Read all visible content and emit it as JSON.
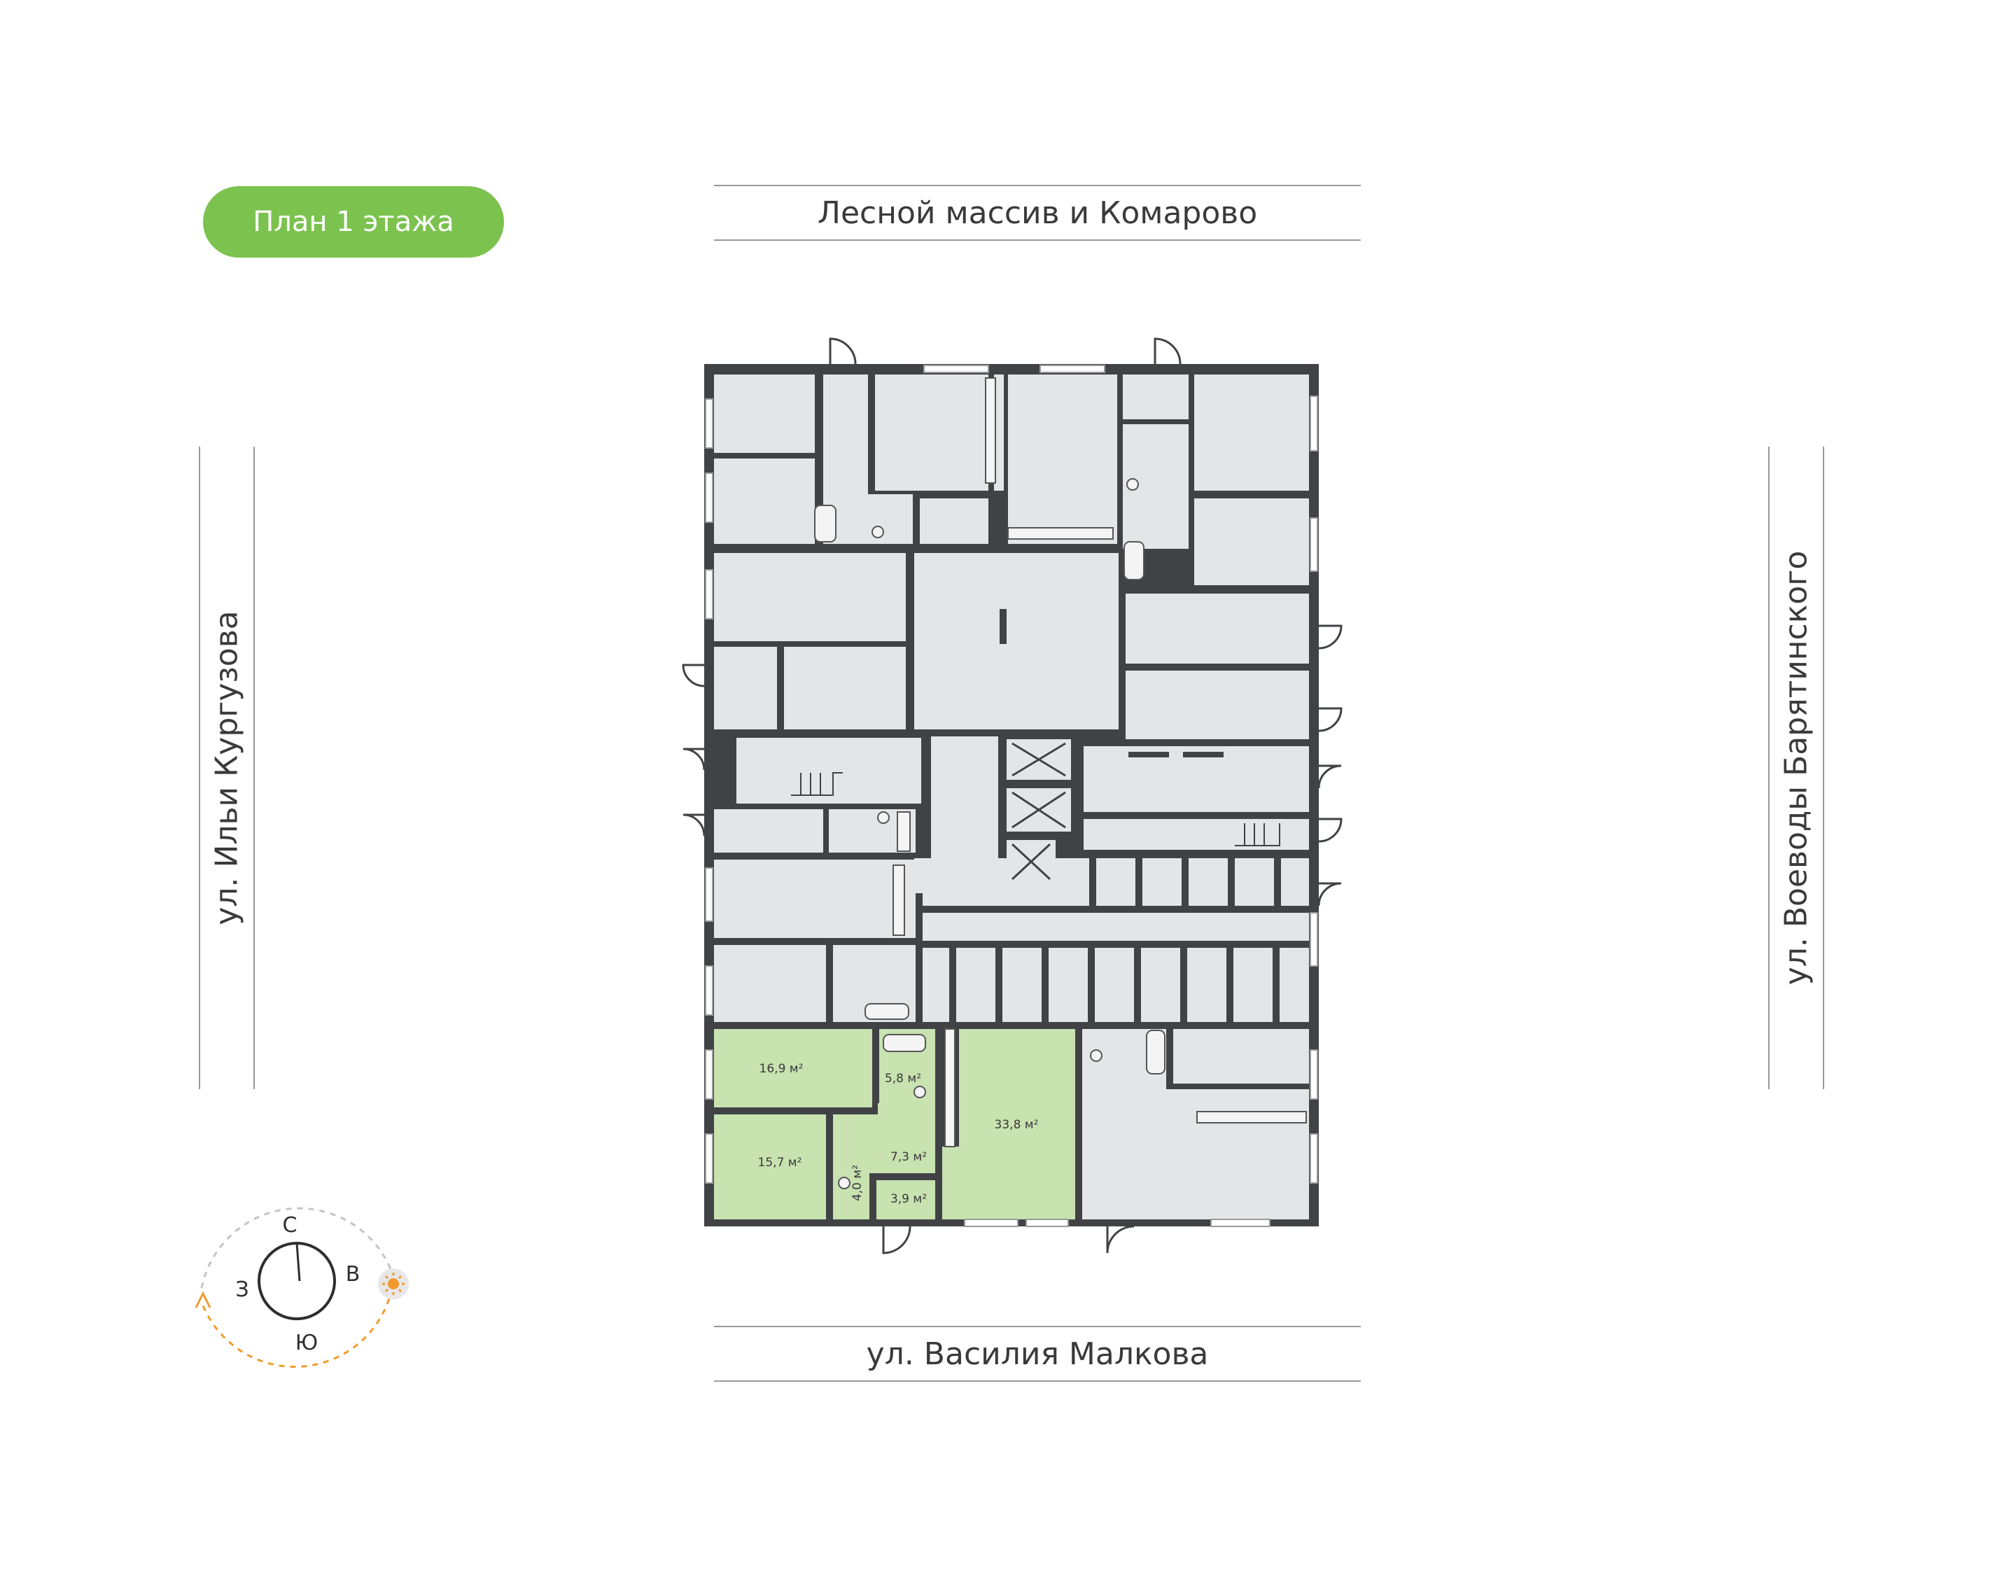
{
  "plan_badge": {
    "label": "План 1 этажа"
  },
  "streets": {
    "north": "Лесной массив и Комарово",
    "south": "ул. Василия Малкова",
    "west": "ул. Ильи Кургузова",
    "east": "ул. Воеводы Барятинского"
  },
  "apartment_areas": {
    "living_room": "33,8 м²",
    "bedroom_1": "16,9 м²",
    "bedroom_2": "15,7 м²",
    "bathroom": "5,8 м²",
    "hallway": "7,3 м²",
    "storage": "4,0 м²",
    "wc": "3,9 м²"
  },
  "compass": {
    "north": "С",
    "south": "Ю",
    "west": "З",
    "east": "В"
  },
  "colors": {
    "accent_green": "#7cc24f",
    "apartment_fill": "#c8e2b0",
    "room_fill": "#e4e5e7",
    "wall": "#404246",
    "sun_orange": "#f29a2e"
  },
  "icons": {
    "sun": "sun-icon"
  }
}
